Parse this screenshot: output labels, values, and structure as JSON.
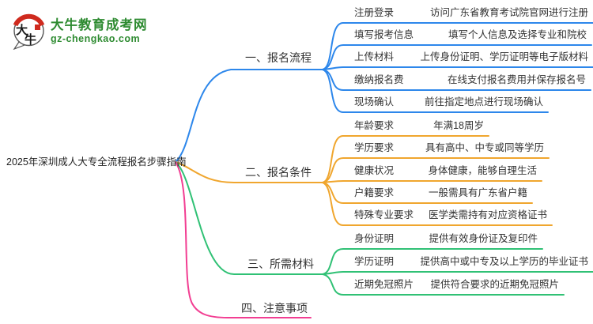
{
  "logo": {
    "title": "大牛教育成考网",
    "domain": "gz-chengkao.com",
    "icon_chars_top": "大",
    "icon_chars_bottom": "牛"
  },
  "central": {
    "title": "2025年深圳成人大专全流程报名步骤指南"
  },
  "colors": {
    "branch1_blue": "#2d87eb",
    "branch2_orange": "#f0a62e",
    "branch3_green": "#30c175",
    "branch4_pink": "#f23e92",
    "logo_green": "#2e8b31",
    "logo_red": "#cf2a1e",
    "text": "#333333"
  },
  "branches": [
    {
      "label": "一、报名流程",
      "color": "#2d87eb",
      "items": [
        {
          "key": "注册登录",
          "value": "访问广东省教育考试院官网进行注册"
        },
        {
          "key": "填写报考信息",
          "value": "填写个人信息及选择专业和院校"
        },
        {
          "key": "上传材料",
          "value": "上传身份证明、学历证明等电子版材料"
        },
        {
          "key": "缴纳报名费",
          "value": "在线支付报名费用并保存报名号"
        },
        {
          "key": "现场确认",
          "value": "前往指定地点进行现场确认"
        }
      ]
    },
    {
      "label": "二、报名条件",
      "color": "#f0a62e",
      "items": [
        {
          "key": "年龄要求",
          "value": "年满18周岁"
        },
        {
          "key": "学历要求",
          "value": "具有高中、中专或同等学历"
        },
        {
          "key": "健康状况",
          "value": "身体健康，能够自理生活"
        },
        {
          "key": "户籍要求",
          "value": "一般需具有广东省户籍"
        },
        {
          "key": "特殊专业要求",
          "value": "医学类需持有对应资格证书"
        }
      ]
    },
    {
      "label": "三、所需材料",
      "color": "#30c175",
      "items": [
        {
          "key": "身份证明",
          "value": "提供有效身份证及复印件"
        },
        {
          "key": "学历证明",
          "value": "提供高中或中专及以上学历的毕业证书"
        },
        {
          "key": "近期免冠照片",
          "value": "提供符合要求的近期免冠照片"
        }
      ]
    },
    {
      "label": "四、注意事项",
      "color": "#f23e92",
      "items": []
    }
  ]
}
